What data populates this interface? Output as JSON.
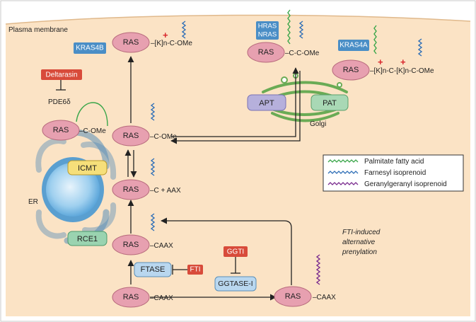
{
  "membrane": {
    "label": "Plasma membrane"
  },
  "ras_label": "RAS",
  "nodes": {
    "kras4b_top": {
      "suffix": "–[K]n-C-OMe",
      "badge": "KRAS4B"
    },
    "hras_nras": {
      "suffix": "–C-C-OMe",
      "badge_line1": "HRAS",
      "badge_line2": "NRAS"
    },
    "kras4a": {
      "suffix": "–[K]n-C-[K]n-C-OMe",
      "badge": "KRAS4A"
    },
    "pde_ras": {
      "suffix": "–C-OMe"
    },
    "ras_come": {
      "suffix": "–C-OMe"
    },
    "ras_caax_cleaved": {
      "suffix": "–C + AAX"
    },
    "ras_caax_farn": {
      "suffix": "–CAAX"
    },
    "ras_caax_bottom": {
      "suffix": "–CAAX"
    },
    "ras_caax_right": {
      "suffix": "–CAAX"
    }
  },
  "plus_sign": "+",
  "inhibitors": {
    "deltarasin": "Deltarasin",
    "fti": "FTI",
    "ggti": "GGTI"
  },
  "labels": {
    "pde6d": "PDE6δ",
    "icmt": "ICMT",
    "rce1": "RCE1",
    "er": "ER",
    "apt": "APT",
    "pat": "PAT",
    "golgi": "Golgi",
    "ftase": "FTASE",
    "ggtase": "GGTASE-I",
    "fti_note": [
      "FTI-induced",
      "alternative",
      "prenylation"
    ]
  },
  "legend": {
    "items": [
      {
        "label": "Palmitate fatty acid",
        "color": "#3aa64a"
      },
      {
        "label": "Farnesyl isoprenoid",
        "color": "#2f6fb7"
      },
      {
        "label": "Geranylgeranyl isoprenoid",
        "color": "#7a2c8f"
      }
    ]
  },
  "colors": {
    "ras_fill": "#e7a0b0",
    "membrane_fill": "#fbe3c5",
    "badge_blue": "#4a8ec6",
    "inhibitor_red": "#d84b3a",
    "icmt_fill": "#f6df7a",
    "rce1_fill": "#9ad3b0",
    "apt_fill": "#b6b0dc",
    "pat_fill": "#a9d8b5",
    "enzyme_blue": "#b9d7ef",
    "er_blue": "#6fb3df"
  }
}
